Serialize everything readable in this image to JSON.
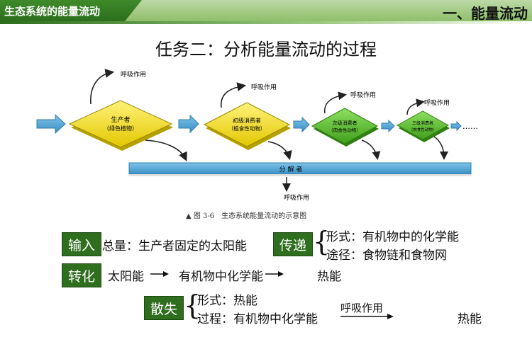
{
  "header": {
    "left_title": "生态系统的能量流动",
    "right_title": "一、能量流动"
  },
  "task_title": "任务二：分析能量流动的过程",
  "diagram": {
    "nodes": [
      {
        "name": "生产者",
        "sub": "（绿色植物）"
      },
      {
        "name": "初级消费者",
        "sub": "（植食性动物）"
      },
      {
        "name": "次级消费者",
        "sub": "（肉食性动物）"
      },
      {
        "name": "三级消费者",
        "sub": "（肉食性动物）"
      }
    ],
    "respiration_label": "呼吸作用",
    "decomposer": "分 解 者",
    "ellipsis": "……",
    "caption": "▲ 图 3-6　生态系统能量流动的示意图",
    "colors": {
      "yellow": "#f2e21c",
      "green": "#5cbf2a",
      "decomposer": "#4d9fd0",
      "arrow": "#4aa0c8"
    }
  },
  "summary": {
    "input": {
      "label": "输入",
      "text": "总量：生产者固定的太阳能"
    },
    "transfer": {
      "label": "传递",
      "form": "形式：有机物中的化学能",
      "path": "途径：食物链和食物网"
    },
    "conversion": {
      "label": "转化",
      "a": "太阳能",
      "b": "有机物中化学能",
      "c": "热能"
    },
    "dissipation": {
      "label": "散失",
      "form": "形式：热能",
      "process": "过程：有机物中化学能",
      "arrow_label": "呼吸作用",
      "result": "热能"
    }
  }
}
